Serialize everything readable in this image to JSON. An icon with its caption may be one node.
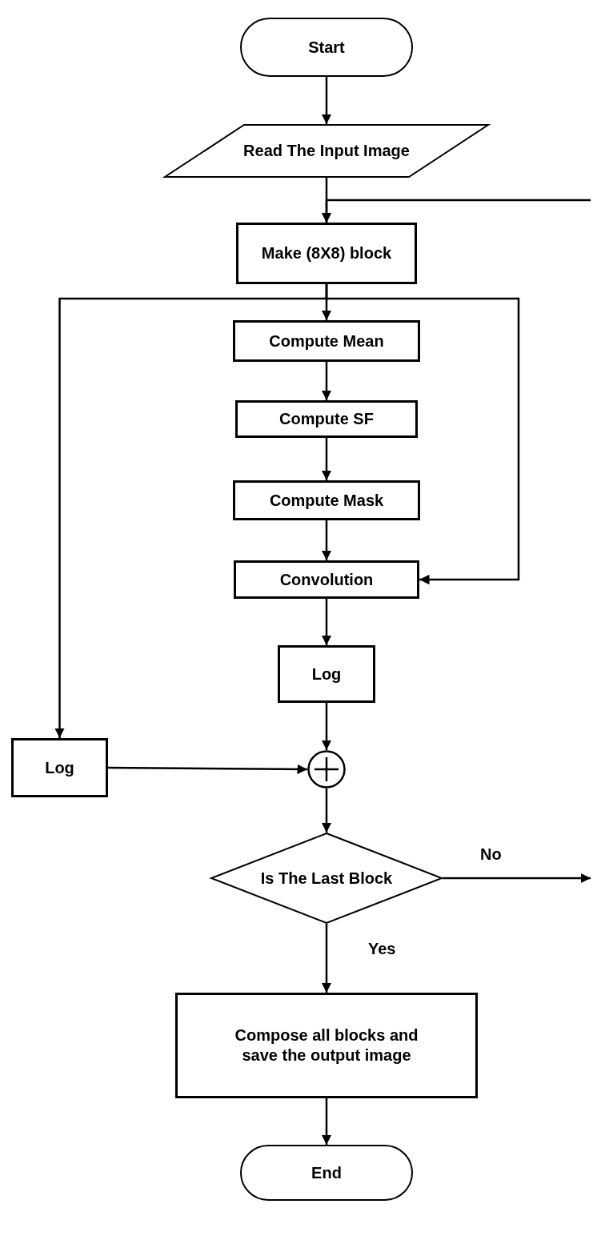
{
  "diagram": {
    "nodes": [
      {
        "text": [
          "Start"
        ]
      },
      {
        "text": [
          "Read The Input Image"
        ]
      },
      {
        "text": [
          "Make (8X8) block"
        ]
      },
      {
        "text": [
          "Compute Mean"
        ]
      },
      {
        "text": [
          "Compute SF"
        ]
      },
      {
        "text": [
          "Compute Mask"
        ]
      },
      {
        "text": [
          "Convolution"
        ]
      },
      {
        "text": [
          "Log"
        ]
      },
      {
        "text": [
          "Log"
        ]
      },
      {
        "text": [],
        "shape": "circle"
      },
      {
        "text": [
          "Is The Last Block"
        ]
      },
      {
        "text": [
          "Compose all blocks and save the output image"
        ]
      },
      {
        "text": [
          "End"
        ]
      }
    ],
    "edges": [
      {
        "from": 0,
        "to": 1,
        "arrow": "to"
      },
      {
        "from": 1,
        "to": 2,
        "arrow": "to"
      },
      {
        "from": null,
        "to": 2,
        "arrow": "to"
      },
      {
        "from": 2,
        "to": 3,
        "arrow": "to"
      },
      {
        "from": 2,
        "to": 8,
        "arrow": "to"
      },
      {
        "from": 2,
        "to": 6,
        "arrow": "to"
      },
      {
        "from": 3,
        "to": 4,
        "arrow": "to"
      },
      {
        "from": 4,
        "to": 5,
        "arrow": "to"
      },
      {
        "from": 5,
        "to": 6,
        "arrow": "to"
      },
      {
        "from": 6,
        "to": 7,
        "arrow": "to"
      },
      {
        "from": 7,
        "to": 9,
        "arrow": "to"
      },
      {
        "from": 8,
        "to": 9,
        "arrow": "to"
      },
      {
        "from": 9,
        "to": 10,
        "arrow": "to"
      },
      {
        "from": 10,
        "to": null,
        "label": "No",
        "arrow": "to"
      },
      {
        "from": 10,
        "to": 11,
        "label": "Yes",
        "arrow": "to"
      },
      {
        "from": 11,
        "to": 12,
        "arrow": "to"
      }
    ]
  }
}
